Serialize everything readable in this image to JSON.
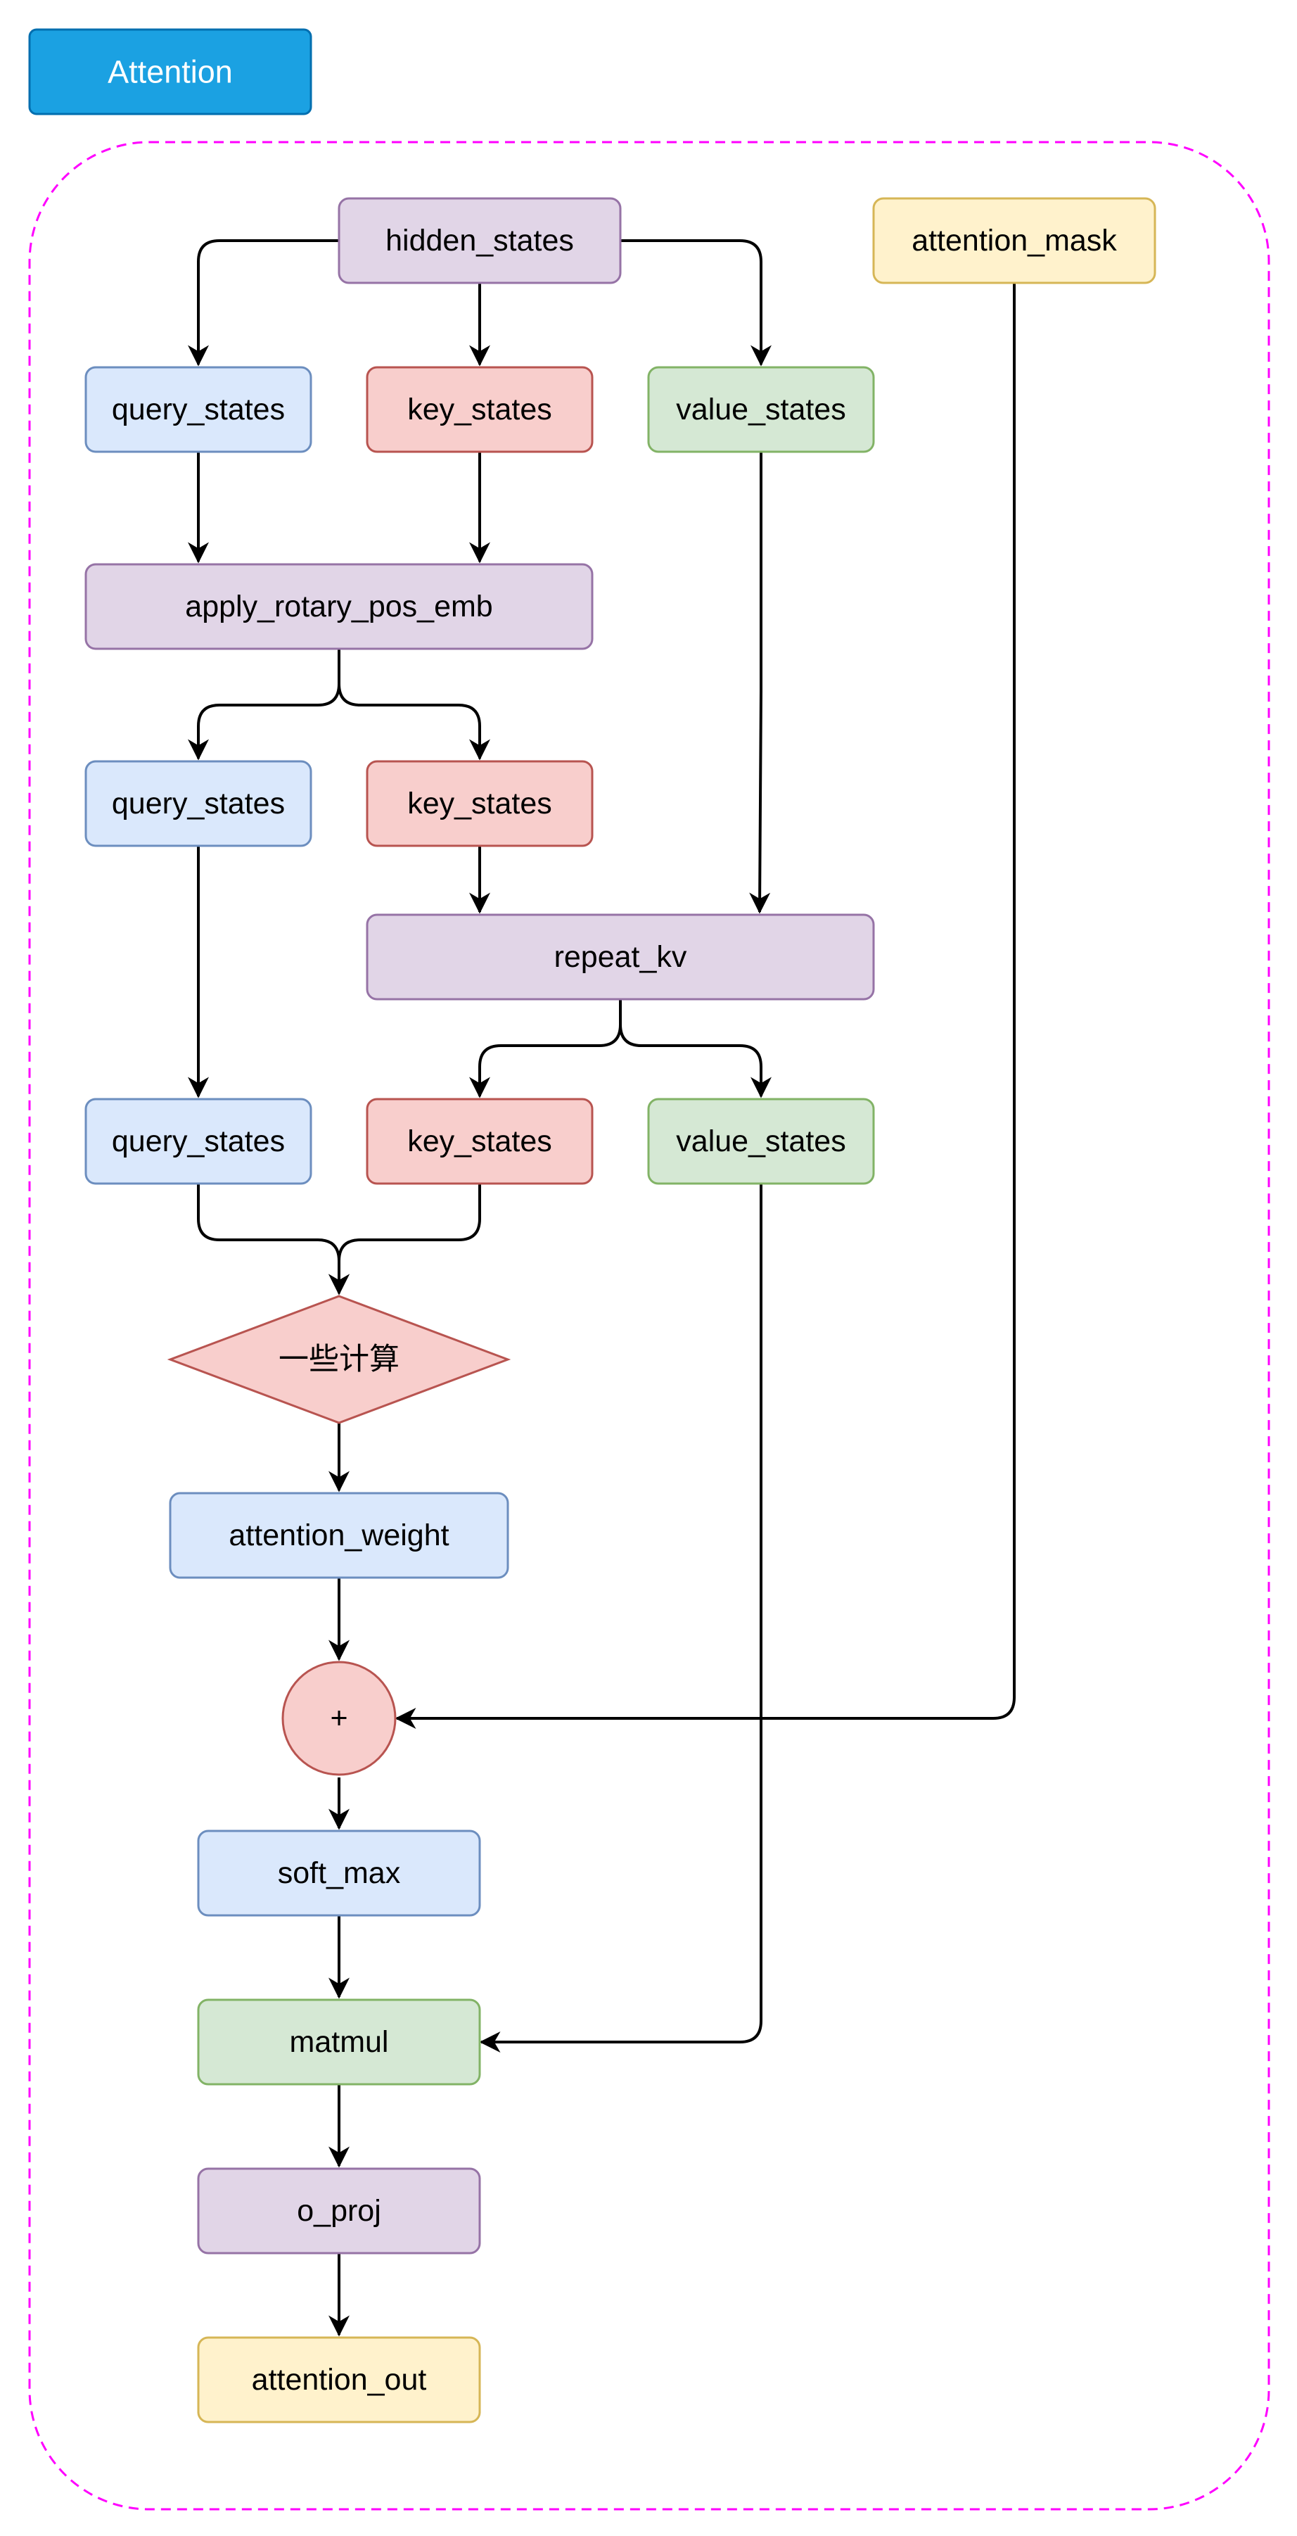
{
  "title_badge": {
    "label": "Attention"
  },
  "colors": {
    "purple_fill": "#e1d5e7",
    "purple_stroke": "#9673a6",
    "blue_fill": "#dae8fc",
    "blue_stroke": "#6c8ebf",
    "red_fill": "#f8cecc",
    "red_stroke": "#b85450",
    "green_fill": "#d5e8d4",
    "green_stroke": "#82b366",
    "yellow_fill": "#fff2cc",
    "yellow_stroke": "#d6b656",
    "title_fill": "#1ba1e2",
    "title_stroke": "#006eaf",
    "group_border": "#ff00ff"
  },
  "nodes": {
    "hidden_states": "hidden_states",
    "attention_mask": "attention_mask",
    "query_states_1": "query_states",
    "key_states_1": "key_states",
    "value_states_1": "value_states",
    "apply_rotary_pos_emb": "apply_rotary_pos_emb",
    "query_states_2": "query_states",
    "key_states_2": "key_states",
    "repeat_kv": "repeat_kv",
    "query_states_3": "query_states",
    "key_states_3": "key_states",
    "value_states_3": "value_states",
    "compute": "一些计算",
    "attention_weight": "attention_weight",
    "plus": "+",
    "soft_max": "soft_max",
    "matmul": "matmul",
    "o_proj": "o_proj",
    "attention_out": "attention_out"
  }
}
